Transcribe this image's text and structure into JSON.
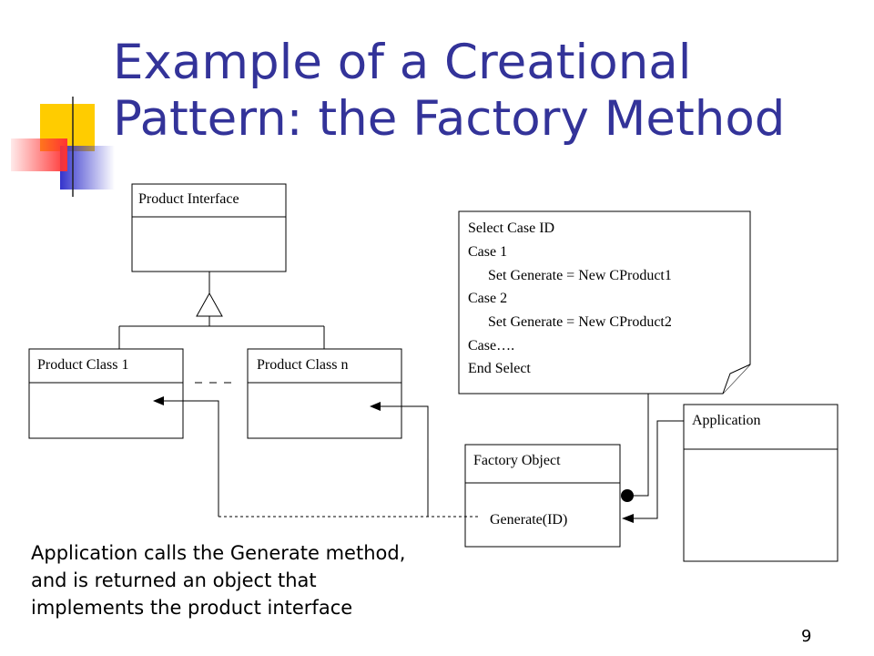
{
  "slide": {
    "title_lines": [
      "Example of a Creational",
      "Pattern: the Factory Method"
    ],
    "page_number": "9",
    "colors": {
      "title": "#333399",
      "deco_yellow": "#FFCC00",
      "deco_blue": "#3333CC",
      "deco_red": "#FF3333"
    }
  },
  "diagram": {
    "product_interface": "Product Interface",
    "product_class_1": "Product Class 1",
    "product_class_n": "Product Class n",
    "factory_object": "Factory Object",
    "factory_method": "Generate(ID)",
    "application": "Application",
    "note_lines": [
      "Select Case ID",
      "Case 1",
      "Set Generate = New CProduct1",
      "Case 2",
      "Set Generate = New CProduct2",
      "Case….",
      "End Select"
    ]
  },
  "caption_lines": [
    "Application calls the Generate method,",
    "and is returned an object that",
    "implements the product interface"
  ]
}
